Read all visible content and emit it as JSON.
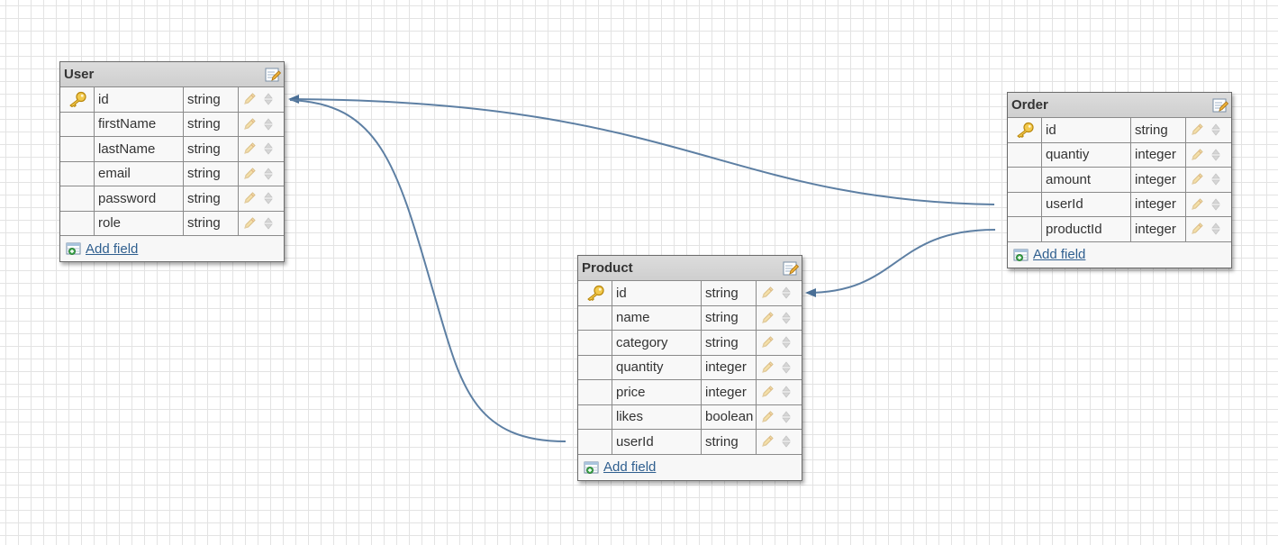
{
  "entities": {
    "user": {
      "title": "User",
      "fields": [
        {
          "name": "id",
          "type": "string",
          "primary_key": true
        },
        {
          "name": "firstName",
          "type": "string",
          "primary_key": false
        },
        {
          "name": "lastName",
          "type": "string",
          "primary_key": false
        },
        {
          "name": "email",
          "type": "string",
          "primary_key": false
        },
        {
          "name": "password",
          "type": "string",
          "primary_key": false
        },
        {
          "name": "role",
          "type": "string",
          "primary_key": false
        }
      ],
      "add_field_label": "Add field"
    },
    "product": {
      "title": "Product",
      "fields": [
        {
          "name": "id",
          "type": "string",
          "primary_key": true
        },
        {
          "name": "name",
          "type": "string",
          "primary_key": false
        },
        {
          "name": "category",
          "type": "string",
          "primary_key": false
        },
        {
          "name": "quantity",
          "type": "integer",
          "primary_key": false
        },
        {
          "name": "price",
          "type": "integer",
          "primary_key": false
        },
        {
          "name": "likes",
          "type": "boolean",
          "primary_key": false
        },
        {
          "name": "userId",
          "type": "string",
          "primary_key": false
        }
      ],
      "add_field_label": "Add field"
    },
    "order": {
      "title": "Order",
      "fields": [
        {
          "name": "id",
          "type": "string",
          "primary_key": true
        },
        {
          "name": "quantiy",
          "type": "integer",
          "primary_key": false
        },
        {
          "name": "amount",
          "type": "integer",
          "primary_key": false
        },
        {
          "name": "userId",
          "type": "integer",
          "primary_key": false
        },
        {
          "name": "productId",
          "type": "integer",
          "primary_key": false
        }
      ],
      "add_field_label": "Add field"
    }
  },
  "relationships": [
    {
      "from": "order.userId",
      "to": "user.id"
    },
    {
      "from": "product.userId",
      "to": "user.id"
    },
    {
      "from": "order.productId",
      "to": "product.id"
    }
  ],
  "icons": {
    "primary_key": "key-icon",
    "edit_field": "pencil-icon",
    "reorder_field": "updown-icon",
    "edit_table": "edit-table-icon",
    "add_field": "add-field-icon"
  },
  "colors": {
    "connector": "#4a6f96",
    "link": "#2f5f8f",
    "header": "#d4d4d4",
    "key": "#e8b83a"
  }
}
